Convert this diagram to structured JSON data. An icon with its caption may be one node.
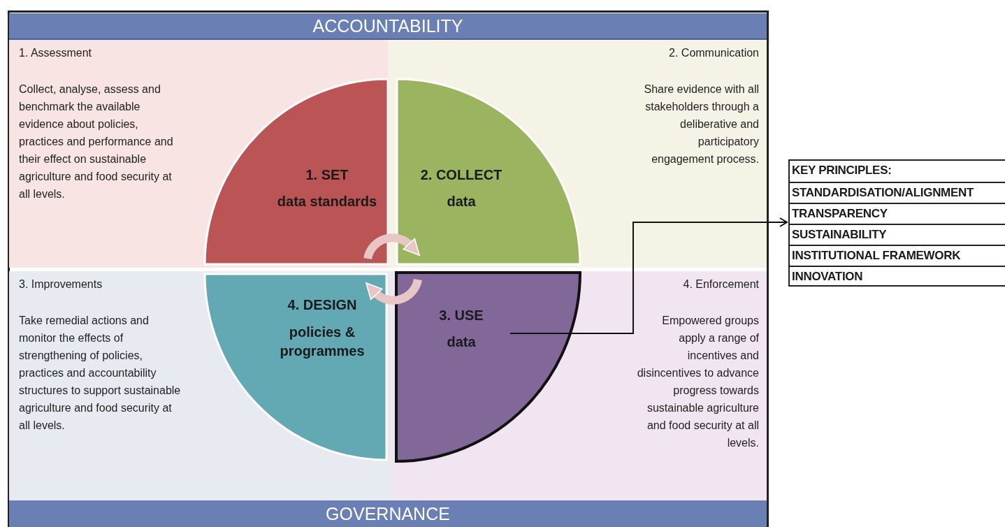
{
  "diagram": {
    "nodes": [
      {
        "text": [
          "ACCOUNTABILITY"
        ]
      },
      {
        "text": [
          "1. Assessment",
          "Collect, analyse, assess and benchmark the available evidence about policies, practices and performance and their effect on sustainable agriculture and food security at all levels."
        ]
      },
      {
        "text": [
          "2. Communication",
          "Share evidence with all stakeholders through a deliberative and participatory engagement process."
        ]
      },
      {
        "text": [
          "3. Improvements",
          "Take remedial actions and monitor the effects of strengthening of policies, practices and accountability structures to support sustainable agriculture and food security at all levels."
        ]
      },
      {
        "text": [
          "4. Enforcement",
          "Empowered groups apply a range of incentives and disincentives to advance progress towards sustainable agriculture and food security at all levels."
        ]
      },
      {
        "text": [
          "1. SET",
          "data standards"
        ],
        "in": 1
      },
      {
        "text": [
          "2. COLLECT",
          "data"
        ],
        "in": 2
      },
      {
        "text": [
          "4. DESIGN",
          "policies & programmes"
        ],
        "in": 3
      },
      {
        "text": [
          "3. USE",
          "data"
        ],
        "in": 4
      },
      {
        "text": [
          "KEY PRINCIPLES:",
          "STANDARDISATION/ALIGNMENT",
          "TRANSPARENCY",
          "SUSTAINABILITY",
          "INSTITUTIONAL FRAMEWORK",
          "INNOVATION"
        ]
      },
      {
        "text": [
          "GOVERNANCE"
        ]
      }
    ],
    "edges": [
      {
        "from": 5,
        "to": 6,
        "arrow": "to",
        "color": "#e8c6c4"
      },
      {
        "from": 8,
        "to": 7,
        "arrow": "to",
        "color": "#e8c6c4"
      },
      {
        "from": 8,
        "to": 9,
        "arrow": "to",
        "color": "#111111"
      }
    ]
  }
}
